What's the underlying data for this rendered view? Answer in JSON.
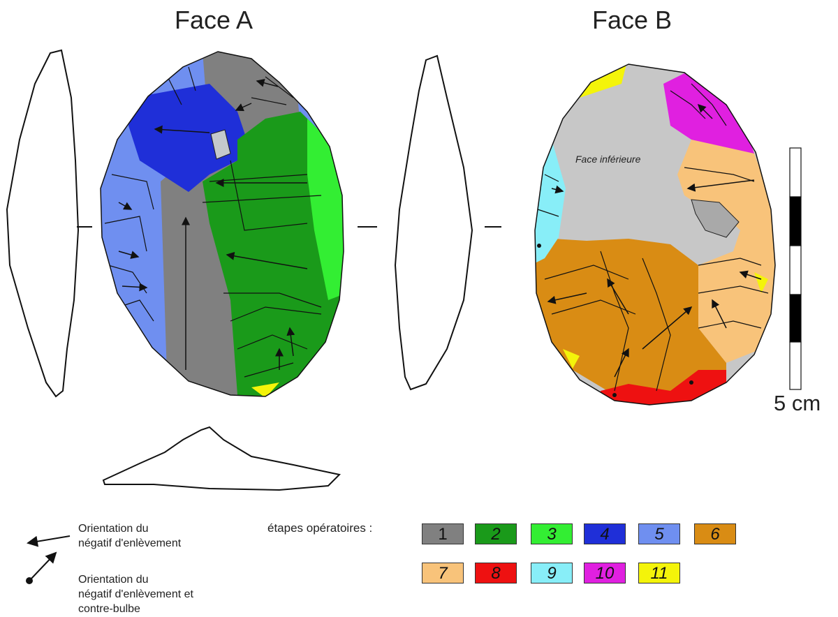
{
  "titles": {
    "face_a": "Face A",
    "face_b": "Face B"
  },
  "scale_bar": {
    "label": "5 cm"
  },
  "face_b_annotation": "Face inférieure",
  "legend": {
    "arrow": {
      "line1": "Orientation du",
      "line2": "négatif d'enlèvement"
    },
    "arrow_bulb": {
      "line1": "Orientation du",
      "line2": "négatif d'enlèvement et",
      "line3": "contre-bulbe"
    },
    "stages_label": "étapes opératoires :",
    "stages": [
      {
        "label": "1",
        "color": "#808080"
      },
      {
        "label": "2",
        "color": "#1a9a1a"
      },
      {
        "label": "3",
        "color": "#33ee33"
      },
      {
        "label": "4",
        "color": "#1f2fd8"
      },
      {
        "label": "5",
        "color": "#6f8ff0"
      },
      {
        "label": "6",
        "color": "#d98c14"
      },
      {
        "label": "7",
        "color": "#f8c37a"
      },
      {
        "label": "8",
        "color": "#ee1111"
      },
      {
        "label": "9",
        "color": "#88eef8"
      },
      {
        "label": "10",
        "color": "#e020e0"
      },
      {
        "label": "11",
        "color": "#f4f40a"
      }
    ]
  }
}
